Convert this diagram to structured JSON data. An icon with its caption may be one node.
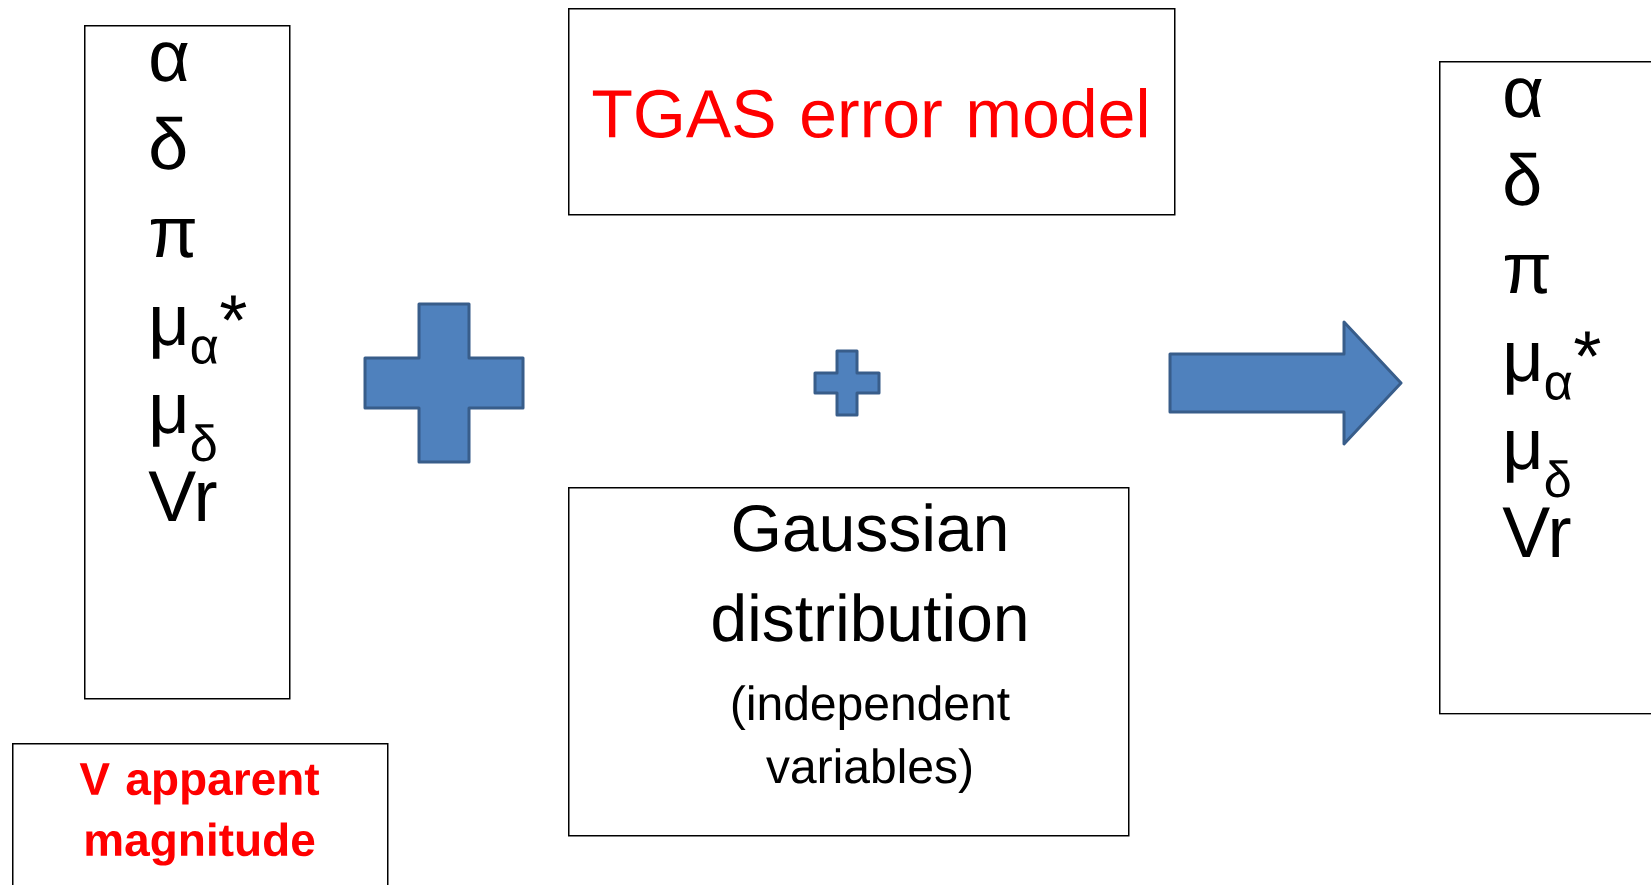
{
  "diagram": {
    "nodes": [
      {
        "text": [
          "α",
          "δ",
          "π",
          "μ$_{α}$*",
          "μ$_{δ}$",
          "Vr"
        ]
      },
      {
        "text": [
          "TGAS error model"
        ]
      },
      {
        "text": [
          "Gaussian distribution",
          "(independent variables)"
        ]
      },
      {
        "text": [
          "α",
          "δ",
          "π",
          "μ$_{α}$*",
          "μ$_{δ}$",
          "Vr"
        ]
      },
      {
        "text": [
          "V apparent magnitude"
        ]
      }
    ],
    "edges": [
      {
        "from": null,
        "to": 3,
        "arrow": "to"
      }
    ]
  }
}
